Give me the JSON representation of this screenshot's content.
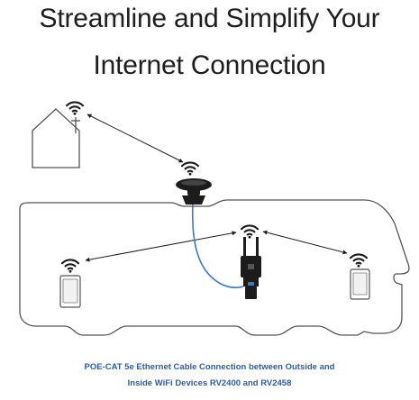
{
  "headline": {
    "line1": "Streamline and Simplify Your",
    "line2": "Internet Connection"
  },
  "caption": {
    "line1": "POE-CAT 5e Ethernet Cable Connection between Outside and",
    "line2": "Inside WiFi Devices RV2400 and RV2458",
    "color": "#2b5ea8"
  },
  "colors": {
    "outline": "#555555",
    "device": "#1c1c1c",
    "cable": "#3a78c8",
    "text": "#1e1e1e"
  },
  "icons": [
    "house-icon",
    "wifi-icon",
    "roof-antenna-icon",
    "router-icon",
    "tablet-icon",
    "rv-outline"
  ]
}
